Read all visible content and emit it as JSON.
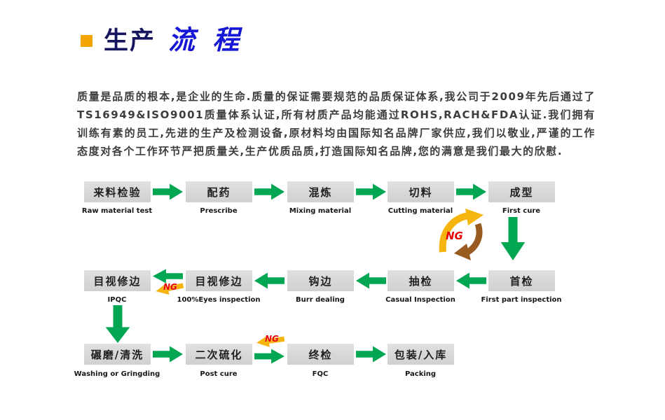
{
  "title": {
    "main": "生产",
    "accent": "流 程"
  },
  "intro": {
    "text": "质量是品质的根本,是企业的生命.质量的保证需要规范的品质保证体系,我公司于2009年先后通过了TS16949&ISO9001质量体系认证,所有材质产品均能通过ROHS,RACH&FDA认证.我们拥有训练有素的员工,先进的生产及检测设备,原材料均由国际知名品牌厂家供应,我们以敬业,严谨的工作态度对各个工作环节严把质量关,生产优质品质,打造国际知名品牌,您的满意是我们最大的欣慰."
  },
  "flow": {
    "ng_label": "NG",
    "colors": {
      "arrow_green": "#00a651",
      "ng_yellow": "#f6b40e",
      "ng_brown": "#9a5b21",
      "ng_red": "#e60008",
      "box_gray": "#d8d8d8",
      "title_navy": "#16165e",
      "title_blue": "#1616d6",
      "bullet_orange": "#f3a400"
    },
    "rows": [
      {
        "steps": [
          {
            "label": "来料检验",
            "caption": "Raw material test"
          },
          {
            "label": "配药",
            "caption": "Prescribe"
          },
          {
            "label": "混炼",
            "caption": "Mixing material"
          },
          {
            "label": "切料",
            "caption": "Cutting material"
          },
          {
            "label": "成型",
            "caption": "First cure"
          }
        ]
      },
      {
        "steps": [
          {
            "label": "目视修边",
            "caption": "IPQC"
          },
          {
            "label": "目视修边",
            "caption": "100%Eyes inspection"
          },
          {
            "label": "钩边",
            "caption": "Burr dealing"
          },
          {
            "label": "抽检",
            "caption": "Casual Inspection"
          },
          {
            "label": "首检",
            "caption": "First part inspection"
          }
        ]
      },
      {
        "steps": [
          {
            "label": "碾磨/清洗",
            "caption": "Washing or Gringding"
          },
          {
            "label": "二次硫化",
            "caption": "Post cure"
          },
          {
            "label": "终检",
            "caption": "FQC"
          },
          {
            "label": "包装/入库",
            "caption": "Packing"
          }
        ]
      }
    ]
  }
}
